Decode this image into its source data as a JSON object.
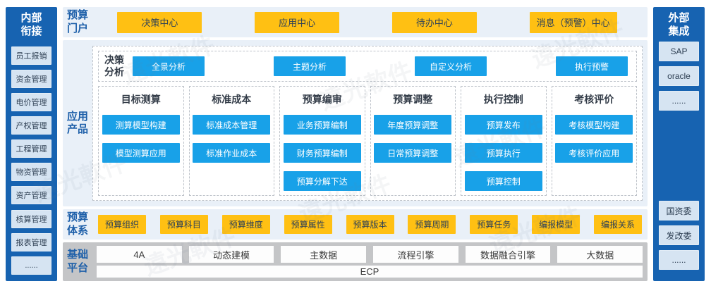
{
  "left_sidebar": {
    "title": "内部衔接",
    "items": [
      "员工报销",
      "资金管理",
      "电价管理",
      "产权管理",
      "工程管理",
      "物资管理",
      "资产管理",
      "核算管理",
      "报表管理",
      "......"
    ]
  },
  "right_sidebar": {
    "title": "外部集成",
    "top_items": [
      "SAP",
      "oracle",
      "......"
    ],
    "bottom_items": [
      "国资委",
      "发改委",
      "......"
    ]
  },
  "portal": {
    "label": "预算门户",
    "buttons": [
      "决策中心",
      "应用中心",
      "待办中心",
      "消息（预警）中心"
    ]
  },
  "products": {
    "label": "应用产品",
    "decision": {
      "label": "决策分析",
      "buttons": [
        "全景分析",
        "主题分析",
        "自定义分析",
        "执行预警"
      ]
    },
    "columns": [
      {
        "title": "目标测算",
        "items": [
          "测算模型构建",
          "模型测算应用"
        ]
      },
      {
        "title": "标准成本",
        "items": [
          "标准成本管理",
          "标准作业成本"
        ]
      },
      {
        "title": "预算编审",
        "items": [
          "业务预算编制",
          "财务预算编制",
          "预算分解下达"
        ]
      },
      {
        "title": "预算调整",
        "items": [
          "年度预算调整",
          "日常预算调整"
        ]
      },
      {
        "title": "执行控制",
        "items": [
          "预算发布",
          "预算执行",
          "预算控制"
        ]
      },
      {
        "title": "考核评价",
        "items": [
          "考核模型构建",
          "考核评价应用"
        ]
      }
    ]
  },
  "system": {
    "label": "预算体系",
    "buttons": [
      "预算组织",
      "预算科目",
      "预算维度",
      "预算属性",
      "预算版本",
      "预算周期",
      "预算任务",
      "编报模型",
      "编报关系"
    ]
  },
  "platform": {
    "label": "基础平台",
    "modules": [
      "4A",
      "动态建模",
      "主数据",
      "流程引擎",
      "数据融合引擎",
      "大数据"
    ],
    "base": "ECP"
  },
  "watermark": "遠光軟件",
  "colors": {
    "sidebar_blue": "#1763B1",
    "accent_yellow": "#FFC013",
    "accent_blue": "#18A1E8",
    "label_blue": "#1D5FA9",
    "section_bg": "#E9F0F8",
    "platform_gray": "#C4C5C7"
  }
}
